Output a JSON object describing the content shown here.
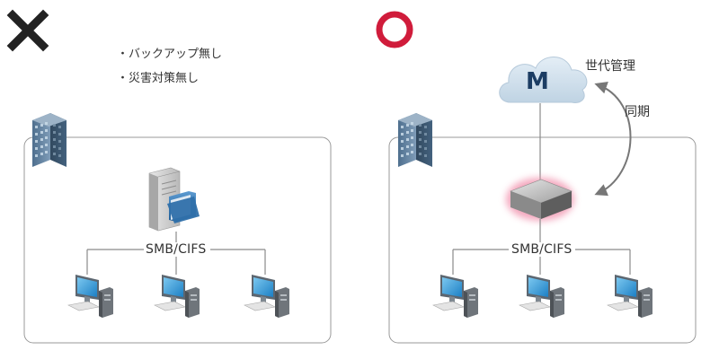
{
  "bad_panel": {
    "mark": "cross-icon",
    "mark_color": "#222222",
    "bullets": [
      "・バックアップ無し",
      "・災害対策無し"
    ],
    "protocol_label": "SMB/CIFS"
  },
  "good_panel": {
    "mark": "circle-icon",
    "mark_color": "#d01c3b",
    "cloud_letter": "M",
    "cloud_caption": "世代管理",
    "sync_label": "同期",
    "protocol_label": "SMB/CIFS"
  },
  "colors": {
    "frame": "#9a9a9a",
    "connector": "#8a8a8a",
    "cloud_fill": "#d4e4f0",
    "nas_glow": "#f08aa8",
    "monitor_screen": "#2f9bd8"
  },
  "icons": [
    "building-icon",
    "file-server-icon",
    "computer-icon",
    "cloud-icon",
    "nas-appliance-icon"
  ]
}
